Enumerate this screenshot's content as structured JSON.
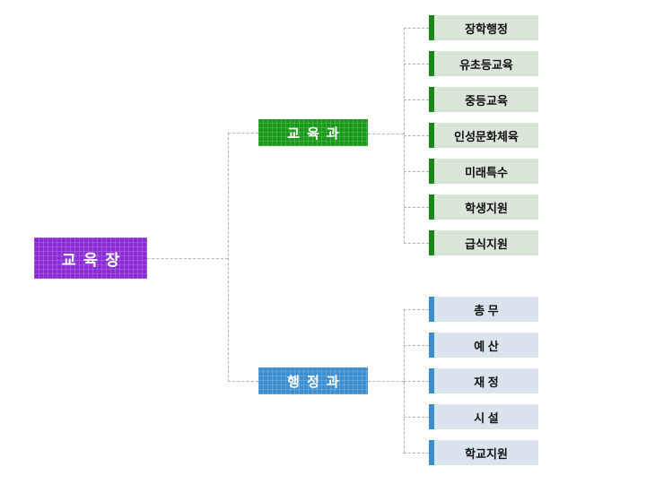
{
  "colors": {
    "root_box": "#8a2bd5",
    "education_box": "#189918",
    "administration_box": "#3b8fd0",
    "education_item_bg": "#d9e6d8",
    "education_item_bar": "#168a16",
    "administration_item_bg": "#d9e4ef",
    "administration_item_bar": "#3b8fd0",
    "connector": "#b3b3b3",
    "box_text": "#ffffff",
    "item_text": "#111111"
  },
  "org_chart": {
    "root": {
      "label": "교 육 장"
    },
    "departments": [
      {
        "id": "education",
        "label": "교 육 과",
        "teams": [
          "장학행정",
          "유초등교육",
          "중등교육",
          "인성문화체육",
          "미래특수",
          "학생지원",
          "급식지원"
        ]
      },
      {
        "id": "administration",
        "label": "행 정 과",
        "teams": [
          "총 무",
          "예 산",
          "재 정",
          "시 설",
          "학교지원"
        ]
      }
    ]
  }
}
